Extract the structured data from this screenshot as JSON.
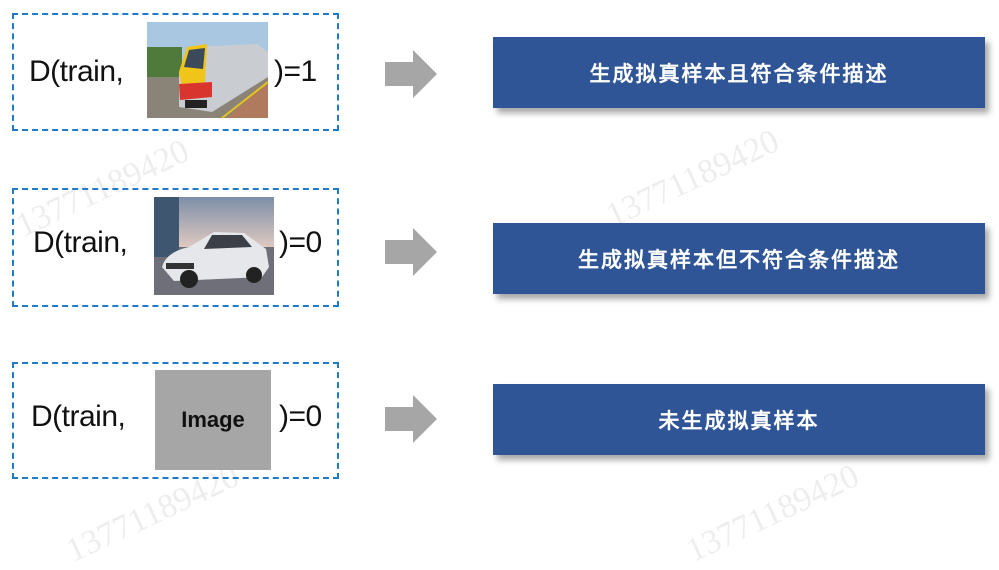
{
  "rows": [
    {
      "expr_prefix": "D(train,",
      "expr_suffix": ")=1",
      "image": "train-photo",
      "result": "生成拟真样本且符合条件描述"
    },
    {
      "expr_prefix": "D(train,",
      "expr_suffix": ")=0",
      "image": "car-photo",
      "result": "生成拟真样本但不符合条件描述"
    },
    {
      "expr_prefix": "D(train,",
      "expr_suffix": ")=0",
      "image": "placeholder",
      "placeholder_label": "Image",
      "result": "未生成拟真样本"
    }
  ],
  "watermark": "13771189420",
  "colors": {
    "box_fill": "#2f5597",
    "dashed_border": "#1f7ac9",
    "arrow": "#a6a6a6"
  }
}
